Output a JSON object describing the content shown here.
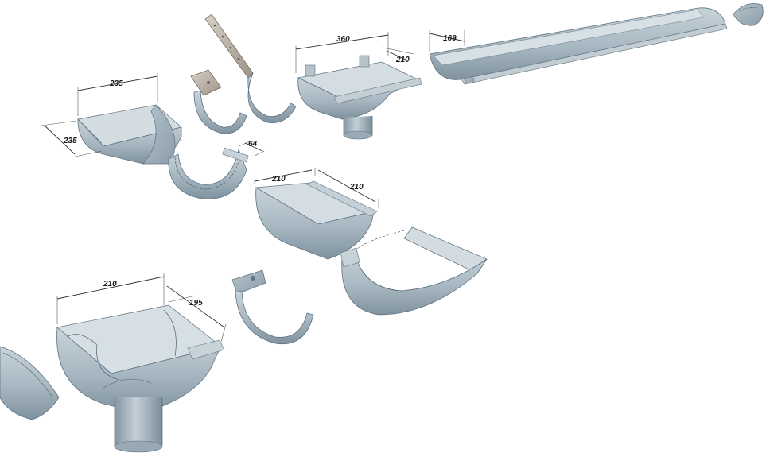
{
  "colors": {
    "body": "#a9b8c1",
    "shade": "#8a9ca8",
    "dark": "#6d808d",
    "light": "#cfd9df",
    "bracket_metal": "#b9b0a4"
  },
  "dimensions": {
    "corner_outer_width": "235",
    "corner_outer_depth": "235",
    "connector_width": "64",
    "outlet_top_width": "360",
    "outlet_top_depth": "210",
    "gutter_profile": "169",
    "corner_inner_width": "210",
    "corner_inner_depth": "210",
    "end_outlet_width": "210",
    "end_outlet_depth": "195"
  }
}
